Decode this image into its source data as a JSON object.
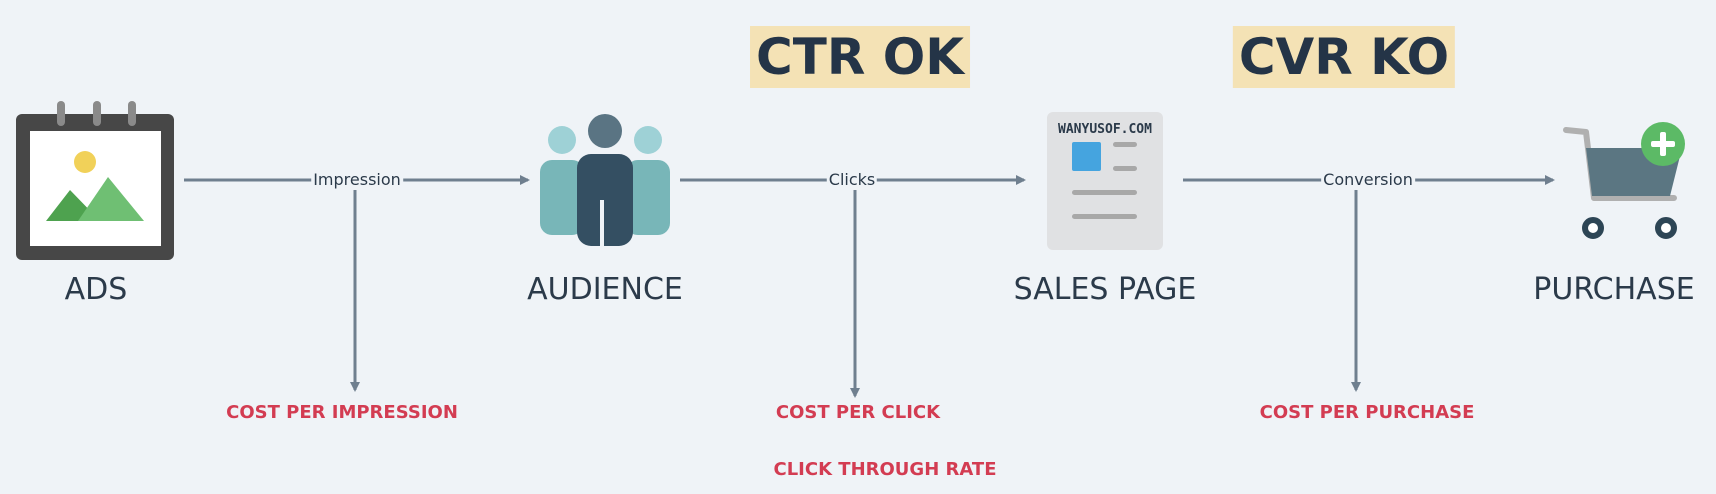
{
  "nodes": {
    "ads": {
      "label": "ADS"
    },
    "audience": {
      "label": "AUDIENCE"
    },
    "sales_page": {
      "label": "SALES PAGE",
      "site_text": "WANYUSOF.COM"
    },
    "purchase": {
      "label": "PURCHASE"
    }
  },
  "flows": {
    "impression": "Impression",
    "clicks": "Clicks",
    "conversion": "Conversion"
  },
  "metrics": {
    "cost_per_impression": "COST PER IMPRESSION",
    "cost_per_click": "COST PER CLICK",
    "click_through_rate": "CLICK THROUGH RATE",
    "cost_per_purchase": "COST PER PURCHASE"
  },
  "highlights": {
    "ctr": "CTR OK",
    "cvr": "CVR KO"
  },
  "colors": {
    "background": "#eff3f7",
    "arrow": "#6f7f8f",
    "metric_text": "#d33c52",
    "highlight_bg": "#f4e2b5",
    "label_text": "#2b3a4a"
  }
}
